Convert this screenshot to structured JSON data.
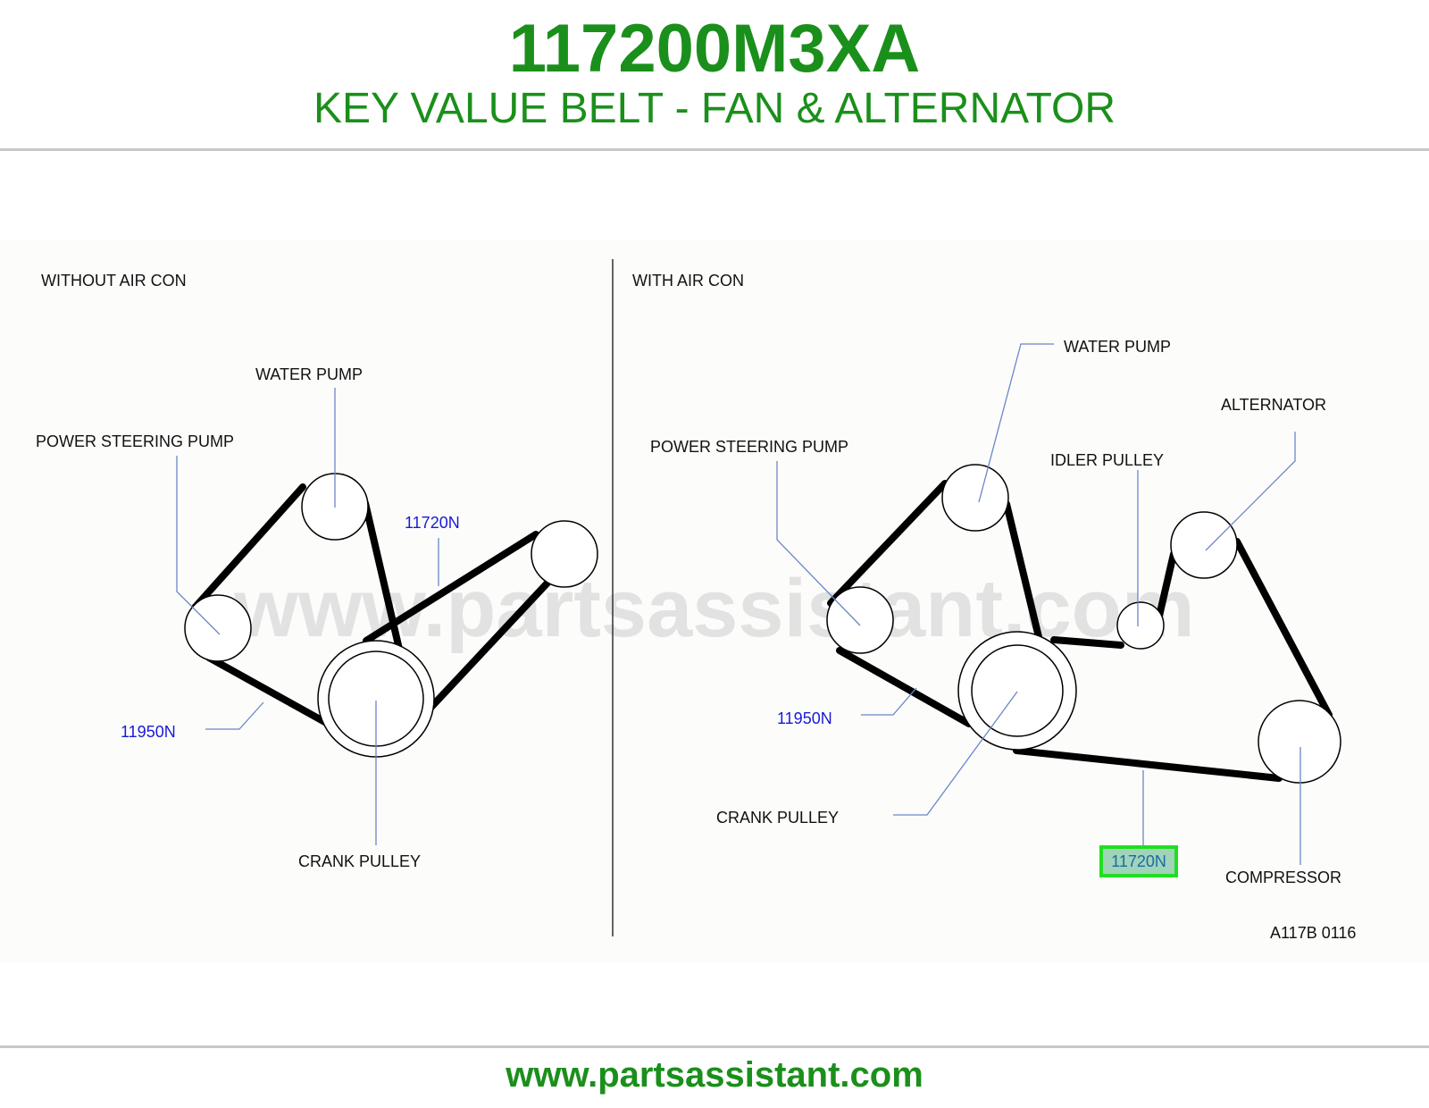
{
  "header": {
    "part_number": "117200M3XA",
    "subtitle": "KEY VALUE BELT - FAN & ALTERNATOR"
  },
  "diagram": {
    "watermark": "www.partsassistant.com",
    "left_panel": {
      "title": "WITHOUT  AIR  CON",
      "labels": {
        "water_pump": "WATER  PUMP",
        "power_steering_pump": "POWER  STEERING  PUMP",
        "crank_pulley": "CRANK  PULLEY"
      },
      "callouts": {
        "belt_upper": "11720N",
        "belt_lower": "11950N"
      }
    },
    "right_panel": {
      "title": "WITH  AIR  CON",
      "labels": {
        "water_pump": "WATER  PUMP",
        "alternator": "ALTERNATOR",
        "idler_pulley": "IDLER  PULLEY",
        "power_steering_pump": "POWER  STEERING  PUMP",
        "crank_pulley": "CRANK  PULLEY",
        "compressor": "COMPRESSOR"
      },
      "callouts": {
        "belt_lower": "11950N",
        "belt_highlighted": "11720N"
      }
    },
    "figure_code": "A117B  0116"
  },
  "footer": {
    "url": "www.partsassistant.com"
  },
  "colors": {
    "brand_green": "#1b8f1b",
    "callout_blue": "#1a1ad6",
    "leader_blue": "#6a86c8",
    "highlight_green": "#22dd22"
  }
}
